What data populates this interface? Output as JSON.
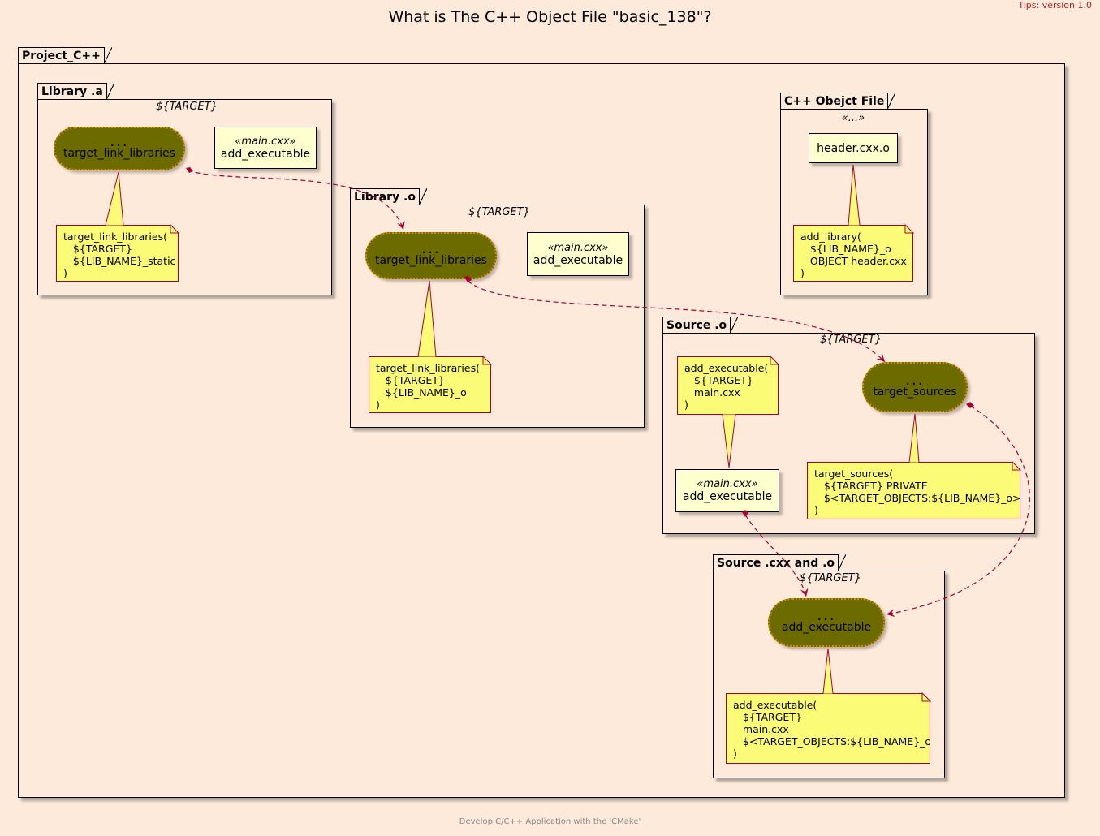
{
  "title": "What is The C++ Object File \"basic_138\"?",
  "tips": "Tips: version 1.0",
  "footer": "Develop C/C++ Application with the 'CMake'",
  "project": {
    "label": "Project_C++"
  },
  "library_a": {
    "label": "Library .a",
    "stereotype": "${TARGET}",
    "cloud_dots": "...",
    "cloud_label": "target_link_libraries",
    "component_stereotype": "«main.cxx»",
    "component_label": "add_executable",
    "note": "target_link_libraries(\n   ${TARGET}\n   ${LIB_NAME}_static\n)"
  },
  "library_o": {
    "label": "Library .o",
    "stereotype": "${TARGET}",
    "cloud_dots": "...",
    "cloud_label": "target_link_libraries",
    "component_stereotype": "«main.cxx»",
    "component_label": "add_executable",
    "note": "target_link_libraries(\n   ${TARGET}\n   ${LIB_NAME}_o\n)"
  },
  "cpp_object_file": {
    "label": "C++ Obejct File",
    "stereotype": "«...»",
    "component_label": "header.cxx.o",
    "note": "add_library(\n   ${LIB_NAME}_o\n   OBJECT header.cxx\n)"
  },
  "source_o": {
    "label": "Source .o",
    "stereotype": "${TARGET}",
    "note_left": "add_executable(\n   ${TARGET}\n   main.cxx\n)",
    "component_stereotype": "«main.cxx»",
    "component_label": "add_executable",
    "cloud_dots": "...",
    "cloud_label": "target_sources",
    "note_right": "target_sources(\n   ${TARGET} PRIVATE\n   $<TARGET_OBJECTS:${LIB_NAME}_o>\n)"
  },
  "source_cxx_o": {
    "label": "Source .cxx and .o",
    "stereotype": "${TARGET}",
    "cloud_dots": "...",
    "cloud_label": "add_executable",
    "note": "add_executable(\n   ${TARGET}\n   main.cxx\n   $<TARGET_OBJECTS:${LIB_NAME}_o\n)"
  },
  "colors": {
    "background": "#FDEADB",
    "cloud_fill": "#6B6B00",
    "cloud_border": "#E08A00",
    "note_fill": "#FBFB77",
    "arrow": "#A80036",
    "component_fill": "#FEFECE"
  }
}
